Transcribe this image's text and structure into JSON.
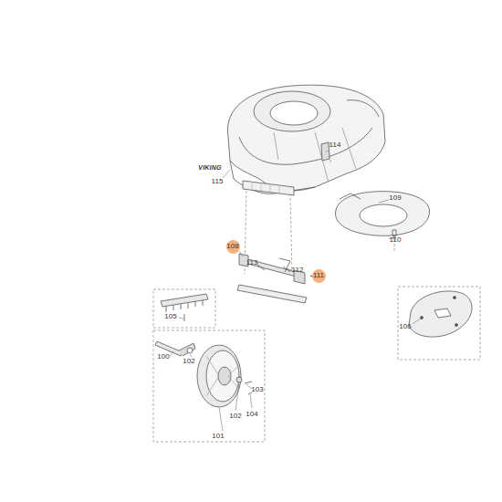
{
  "diagram": {
    "labels": [
      "VIKING",
      "114",
      "115",
      "109",
      "110",
      "108",
      "113",
      "112",
      "111",
      "105",
      "106",
      "100",
      "102",
      "101",
      "102",
      "103",
      "104"
    ]
  }
}
